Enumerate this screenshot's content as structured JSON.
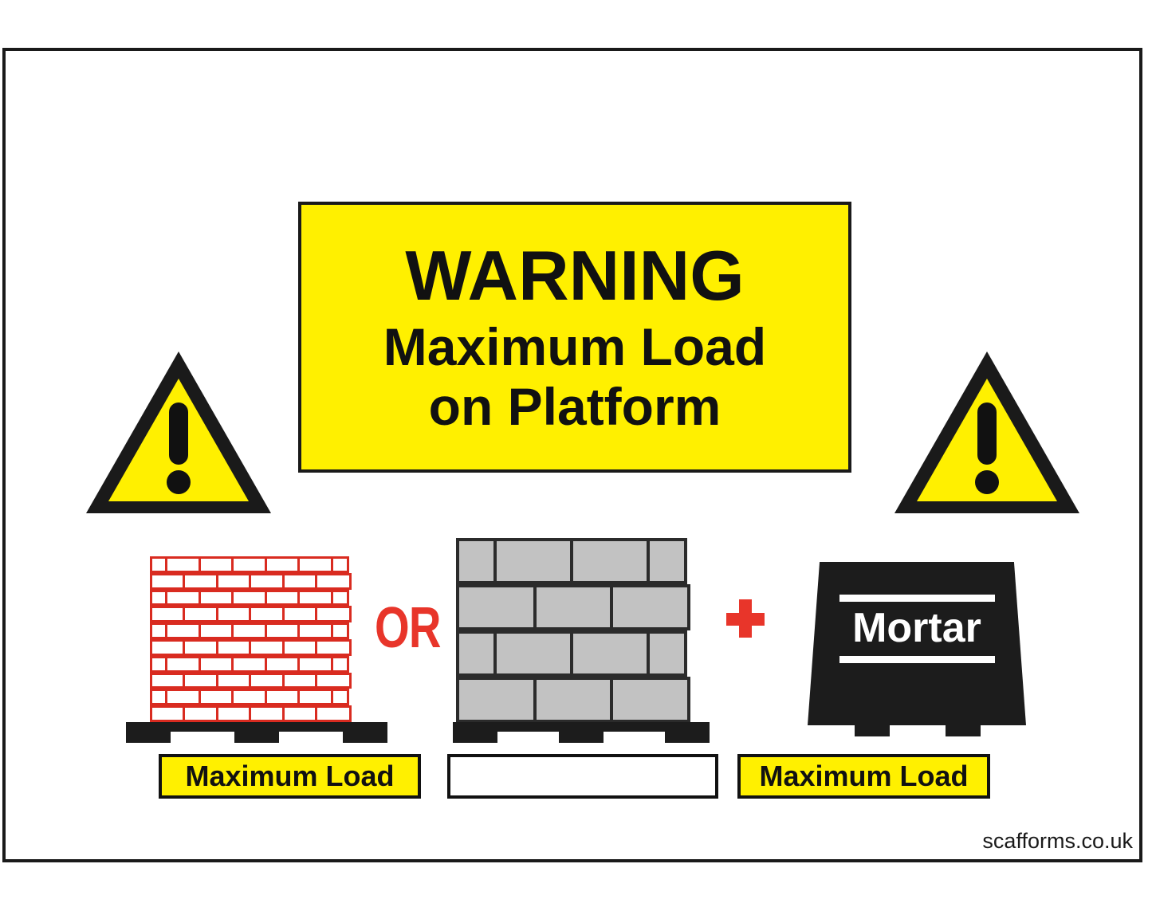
{
  "sign": {
    "banner": {
      "heading": "WARNING",
      "line2": "Maximum Load",
      "line3": "on Platform",
      "background_color": "#FFF000",
      "text_color": "#111111"
    },
    "warning_icons": [
      {
        "name": "warning-triangle-left",
        "symbol": "exclamation-mark",
        "fill": "#FFF000",
        "stroke": "#1a1a1a"
      },
      {
        "name": "warning-triangle-right",
        "symbol": "exclamation-mark",
        "fill": "#FFF000",
        "stroke": "#1a1a1a"
      }
    ],
    "loads": {
      "brick_pallet": {
        "material": "bricks",
        "outline_color": "#D92B20",
        "fill_color": "#ffffff",
        "rows": 10,
        "bond": "running-bond",
        "caption": "Maximum Load"
      },
      "block_pallet": {
        "material": "concrete-blocks",
        "outline_color": "#2b2b2b",
        "fill_color": "#C2C2C2",
        "rows": 4,
        "bond": "running-bond",
        "caption": ""
      },
      "mortar_tub": {
        "label": "Mortar",
        "body_color": "#1c1c1c",
        "text_color": "#ffffff",
        "caption": "Maximum Load"
      }
    },
    "operators": {
      "or": "OR",
      "plus": "+",
      "color": "#E8352A"
    },
    "footer": {
      "url": "scafforms.co.uk"
    }
  }
}
